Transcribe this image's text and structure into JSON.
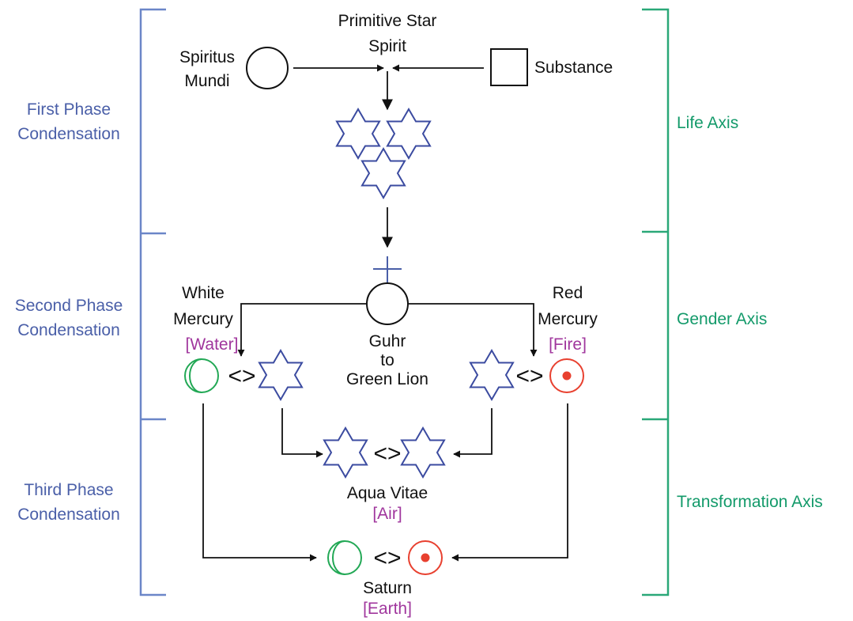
{
  "colors": {
    "phase_text": "#4a5fa8",
    "axis_text": "#139a6a",
    "element_text": "#a0369d",
    "star_stroke": "#3b4ba0",
    "water_symbol": "#22a855",
    "fire_symbol": "#e8402f"
  },
  "phases": {
    "first": [
      "First Phase",
      "Condensation"
    ],
    "second": [
      "Second Phase",
      "Condensation"
    ],
    "third": [
      "Third Phase",
      "Condensation"
    ]
  },
  "axes": {
    "life": "Life Axis",
    "gender": "Gender Axis",
    "transformation": "Transformation Axis"
  },
  "nodes": {
    "primitive_star": [
      "Primitive Star",
      "Spirit"
    ],
    "spiritus_mundi": [
      "Spiritus",
      "Mundi"
    ],
    "substance": "Substance",
    "white_mercury": [
      "White",
      "Mercury"
    ],
    "water": "[Water]",
    "red_mercury": [
      "Red",
      "Mercury"
    ],
    "fire": "[Fire]",
    "guhr": [
      "Guhr",
      "to",
      "Green Lion"
    ],
    "aqua_vitae": "Aqua Vitae",
    "air": "[Air]",
    "saturn": "Saturn",
    "earth": "[Earth]"
  },
  "comparator": "<>",
  "icons": {
    "spiritus_mundi": "circle-icon",
    "substance": "square-icon",
    "water": "water-symbol-icon",
    "fire": "fire-symbol-icon",
    "star": "hexagram-icon",
    "cross": "cross-icon",
    "guhr": "circle-icon"
  }
}
